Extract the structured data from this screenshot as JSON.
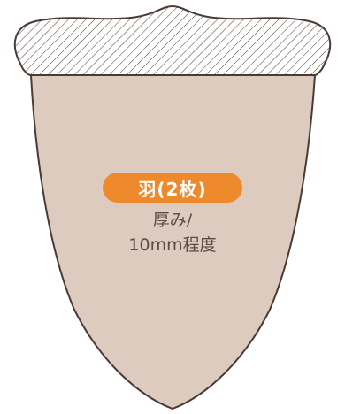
{
  "label": {
    "title": "羽(2枚)",
    "thickness_line1": "厚み/",
    "thickness_line2": "10mm程度"
  },
  "colors": {
    "body_fill": "#dccbbe",
    "outline": "#4a3a35",
    "badge_fill": "#ee8a2c",
    "badge_text": "#ffffff",
    "caption_text": "#5a4a44"
  }
}
